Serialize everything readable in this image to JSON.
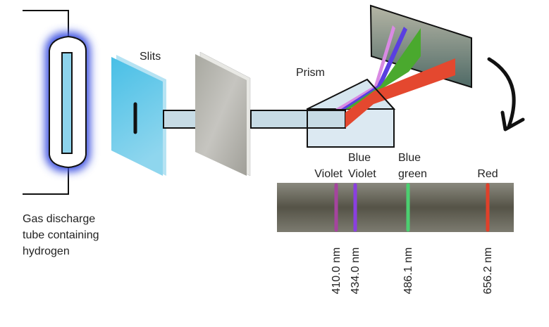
{
  "labels": {
    "tube": [
      "Gas discharge",
      "tube containing",
      "hydrogen"
    ],
    "slits": "Slits",
    "prism": "Prism"
  },
  "spectral_lines": [
    {
      "name": [
        "",
        "Violet"
      ],
      "wavelength": "410.0 nm",
      "color": "#a5449e"
    },
    {
      "name": [
        "Blue",
        "Violet"
      ],
      "wavelength": "434.0 nm",
      "color": "#8a3fe0"
    },
    {
      "name": [
        "Blue",
        "green"
      ],
      "wavelength": "486.1 nm",
      "color": "#4ccf70"
    },
    {
      "name": [
        "",
        "Red"
      ],
      "wavelength": "656.2 nm",
      "color": "#e0402a"
    }
  ],
  "colors": {
    "glow": "#3a4fe0",
    "slit_plate": "#5cc4e8",
    "red_beam": "#e4482f",
    "green_beam": "#4aa92e",
    "blue_beam": "#5a3fe0",
    "violet_beam": "#d98ae3"
  }
}
